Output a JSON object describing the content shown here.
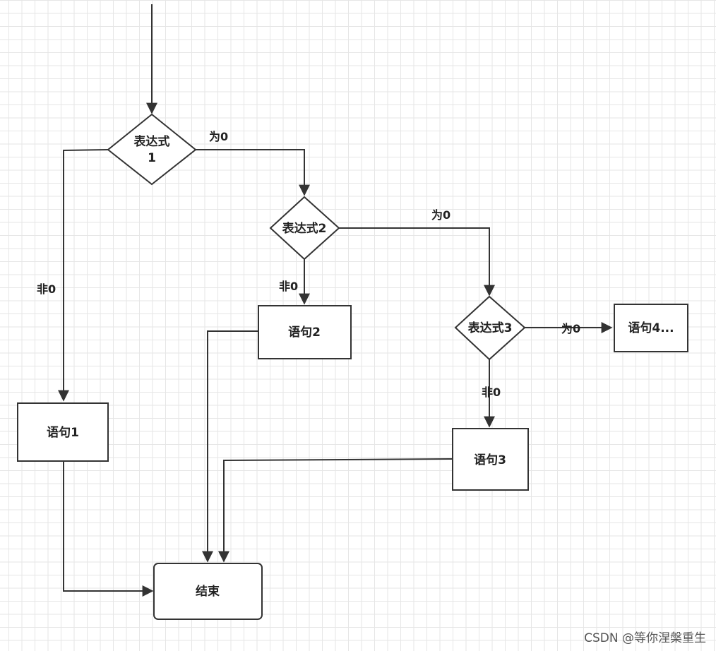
{
  "nodes": {
    "expr1_line1": "表达式",
    "expr1_line2": "1",
    "expr2": "表达式2",
    "expr3": "表达式3",
    "stmt1": "语句1",
    "stmt2": "语句2",
    "stmt3": "语句3",
    "stmt4": "语句4...",
    "end": "结束"
  },
  "edges": {
    "expr1_zero": "为0",
    "expr1_nonzero": "非0",
    "expr2_zero": "为0",
    "expr2_nonzero": "非0",
    "expr3_zero": "为0",
    "expr3_nonzero": "非0"
  },
  "watermark": "CSDN @等你涅槃重生",
  "colors": {
    "stroke": "#333333",
    "grid": "#e6e6e6",
    "background": "#ffffff"
  }
}
